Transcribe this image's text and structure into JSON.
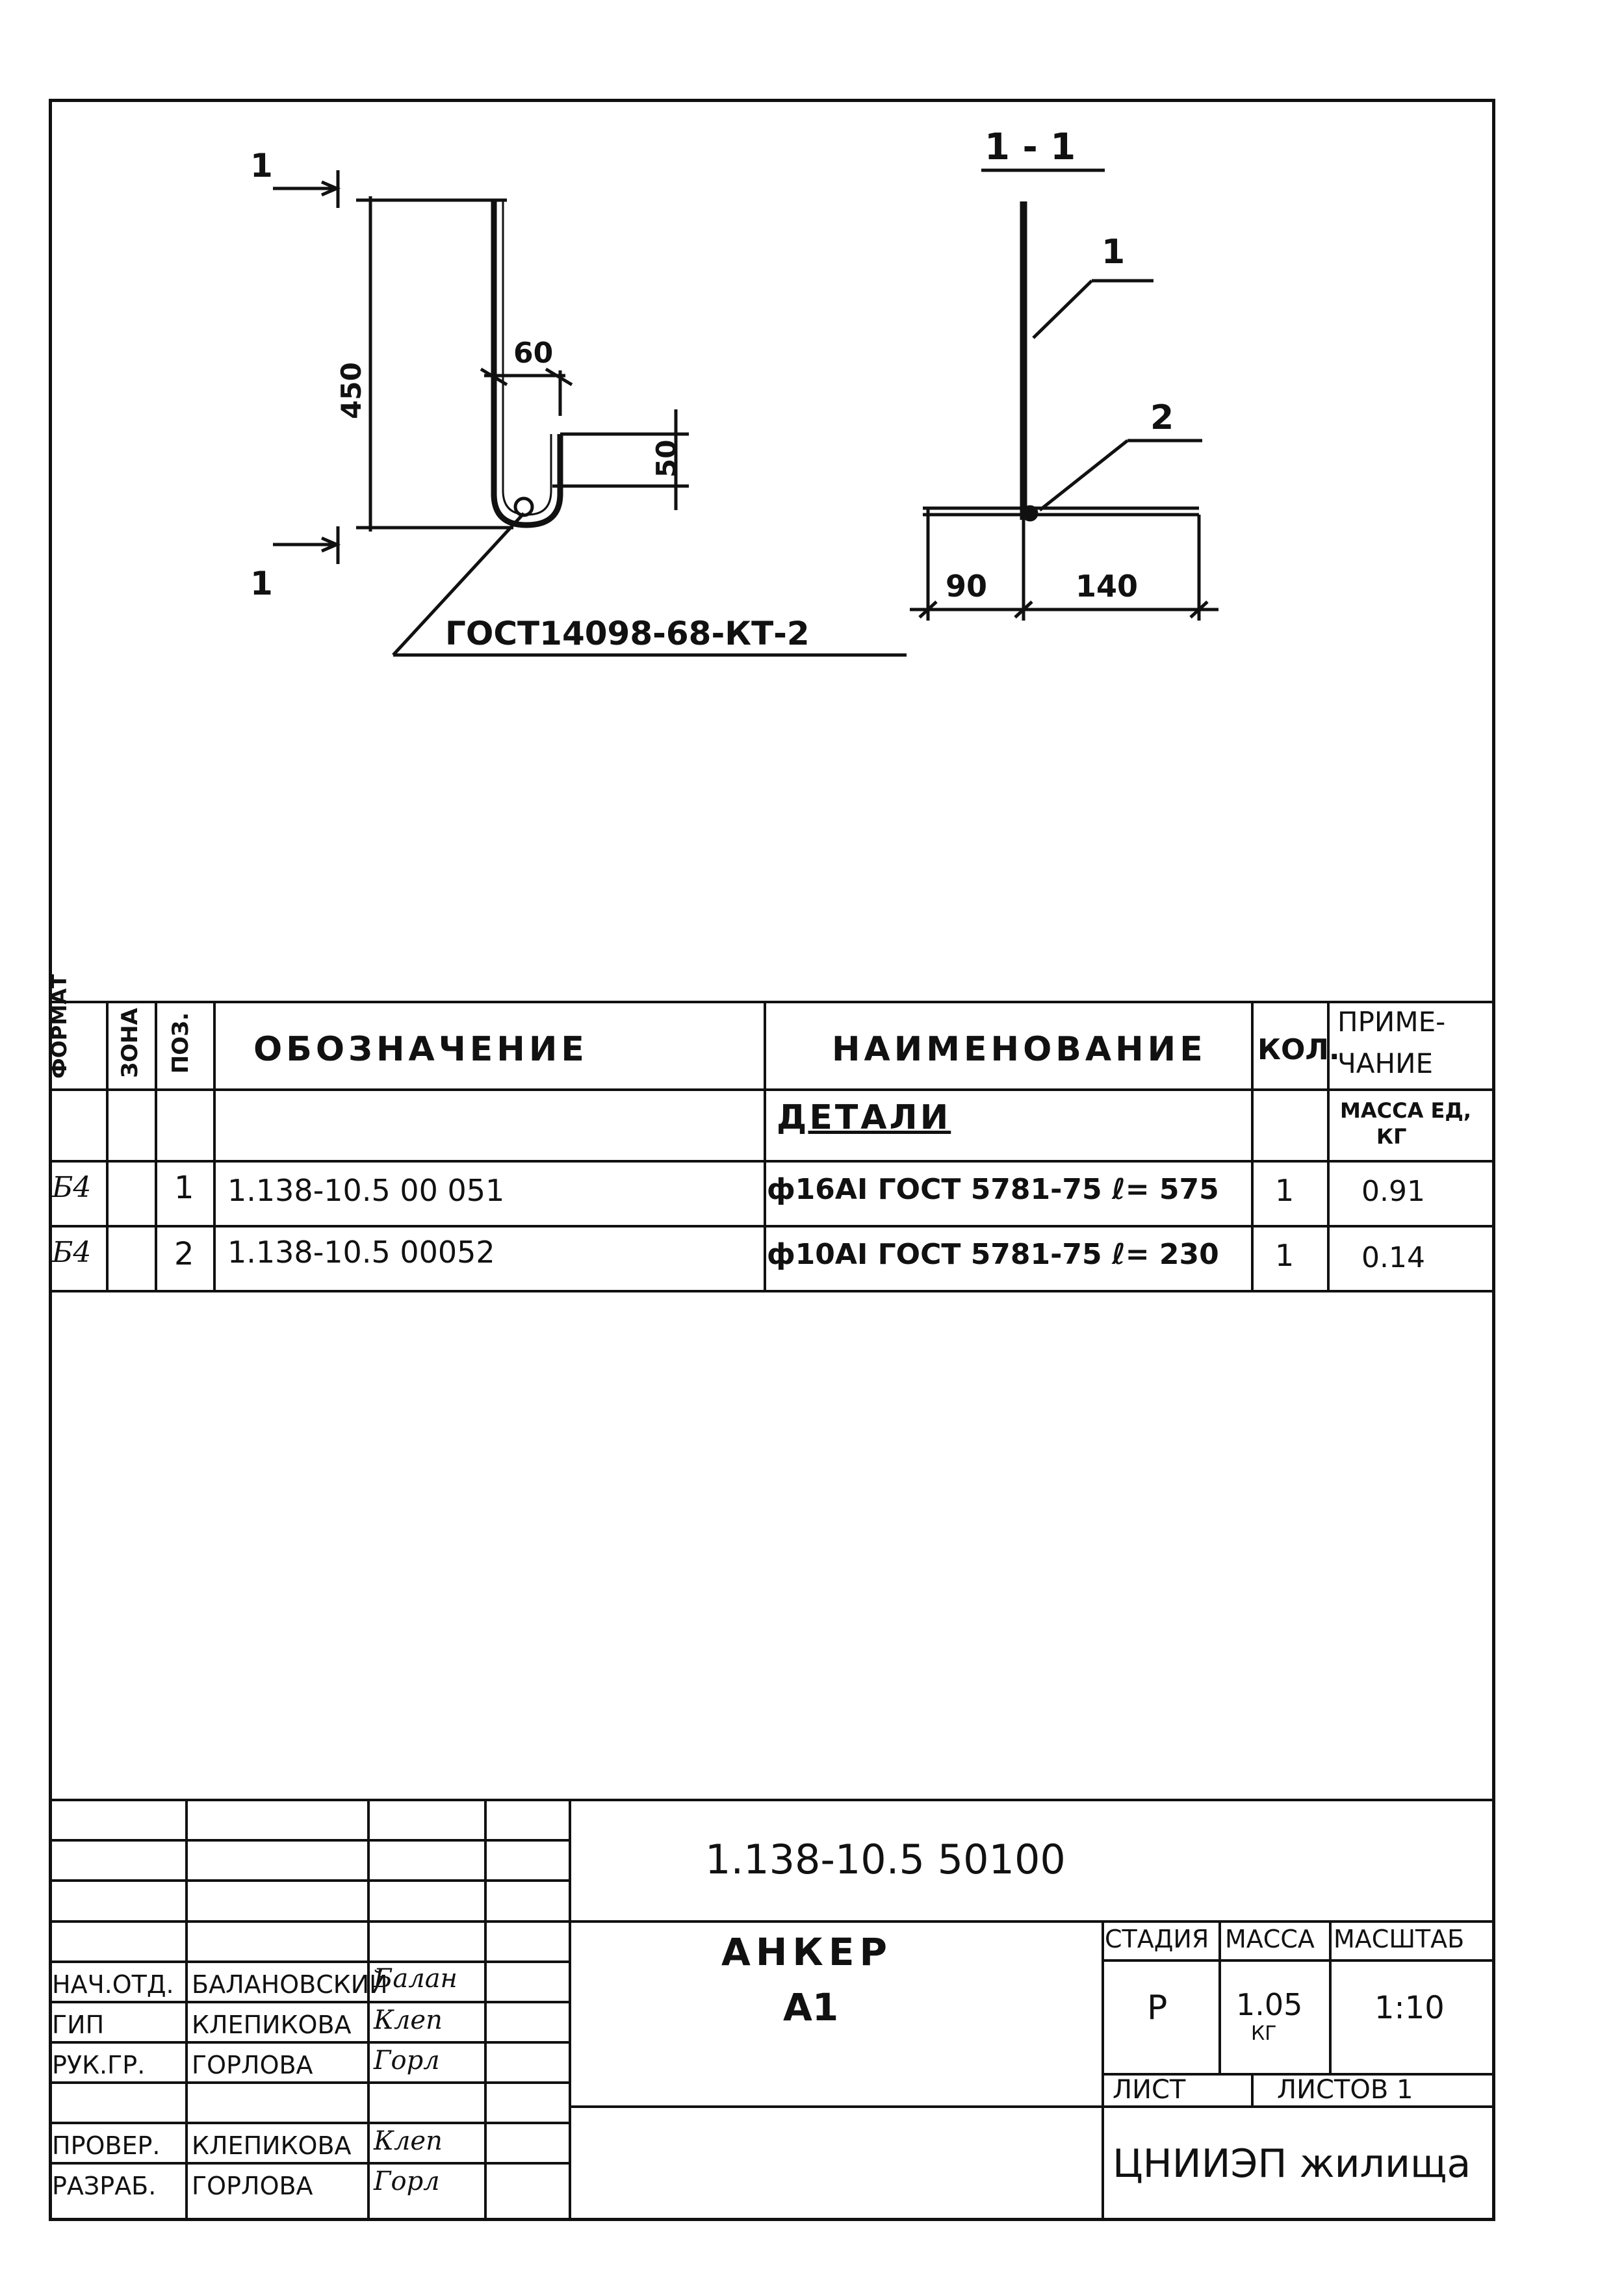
{
  "drawing": {
    "section_mark": "1",
    "section_title": "1 - 1",
    "dim_450": "450",
    "dim_60": "60",
    "dim_50": "50",
    "weld_note": "ГОСТ14098-68-КТ-2",
    "leader_1": "1",
    "leader_2": "2",
    "dim_90": "90",
    "dim_140": "140"
  },
  "spec": {
    "headers": {
      "format": "ФОРМАТ",
      "zone": "ЗОНА",
      "pos": "ПОЗ.",
      "designation": "ОБОЗНАЧЕНИЕ",
      "name": "НАИМЕНОВАНИЕ",
      "qty": "КОЛ.",
      "note_1": "ПРИМЕ-",
      "note_2": "ЧАНИЕ"
    },
    "section_label": "ДЕТАЛИ",
    "mass_label_1": "МАССА ЕД,",
    "mass_label_2": "КГ",
    "rows": [
      {
        "format": "Б4",
        "pos": "1",
        "designation": "1.138-10.5 00 051",
        "name": "ф16АI ГОСТ 5781-75 ℓ= 575",
        "qty": "1",
        "mass": "0.91"
      },
      {
        "format": "Б4",
        "pos": "2",
        "designation": "1.138-10.5 00052",
        "name": "ф10АI ГОСТ 5781-75 ℓ= 230",
        "qty": "1",
        "mass": "0.14"
      }
    ]
  },
  "title_block": {
    "doc_code": "1.138-10.5 50100",
    "item_name_1": "АНКЕР",
    "item_name_2": "А1",
    "stage_label": "СТАДИЯ",
    "mass_label": "МАССА",
    "scale_label": "МАСШТАБ",
    "stage": "Р",
    "mass": "1.05",
    "mass_unit": "КГ",
    "scale": "1:10",
    "sheet_label": "ЛИСТ",
    "sheets_label": "ЛИСТОВ 1",
    "org": "ЦНИИЭП жилища",
    "people": [
      {
        "role": "НАЧ.ОТД.",
        "name": "БАЛАНОВСКИЙ",
        "sign": "Балан"
      },
      {
        "role": "ГИП",
        "name": "КЛЕПИКОВА",
        "sign": "Клеп"
      },
      {
        "role": "РУК.ГР.",
        "name": "ГОРЛОВА",
        "sign": "Горл"
      },
      {
        "role": "ПРОВЕР.",
        "name": "КЛЕПИКОВА",
        "sign": "Клеп"
      },
      {
        "role": "РАЗРАБ.",
        "name": "ГОРЛОВА",
        "sign": "Горл"
      }
    ]
  }
}
